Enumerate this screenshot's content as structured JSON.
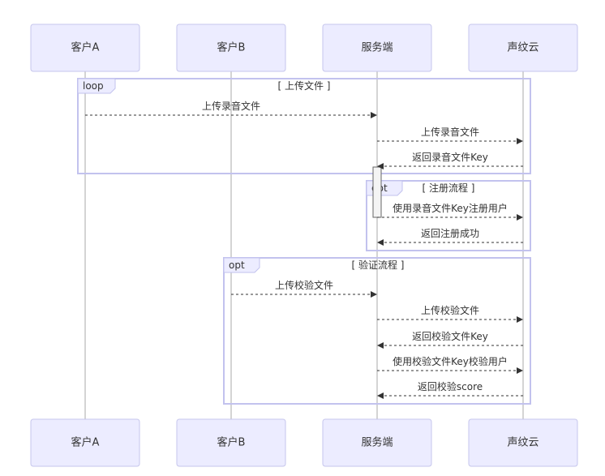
{
  "actors": [
    {
      "id": "a",
      "label": "客户A"
    },
    {
      "id": "b",
      "label": "客户B"
    },
    {
      "id": "s",
      "label": "服务端"
    },
    {
      "id": "v",
      "label": "声纹云"
    }
  ],
  "fragments": [
    {
      "type": "loop",
      "condition": "[ 上传文件 ]"
    },
    {
      "type": "opt",
      "condition": "[ 注册流程 ]"
    },
    {
      "type": "opt",
      "condition": "[ 验证流程 ]"
    }
  ],
  "messages": [
    {
      "from": "a",
      "to": "s",
      "text": "上传录音文件"
    },
    {
      "from": "s",
      "to": "v",
      "text": "上传录音文件"
    },
    {
      "from": "v",
      "to": "s",
      "text": "返回录音文件Key"
    },
    {
      "from": "s",
      "to": "v",
      "text": "使用录音文件Key注册用户"
    },
    {
      "from": "v",
      "to": "s",
      "text": "返回注册成功"
    },
    {
      "from": "b",
      "to": "s",
      "text": "上传校验文件"
    },
    {
      "from": "s",
      "to": "v",
      "text": "上传校验文件"
    },
    {
      "from": "v",
      "to": "s",
      "text": "返回校验文件Key"
    },
    {
      "from": "s",
      "to": "v",
      "text": "使用校验文件Key校验用户"
    },
    {
      "from": "v",
      "to": "s",
      "text": "返回校验score"
    }
  ]
}
